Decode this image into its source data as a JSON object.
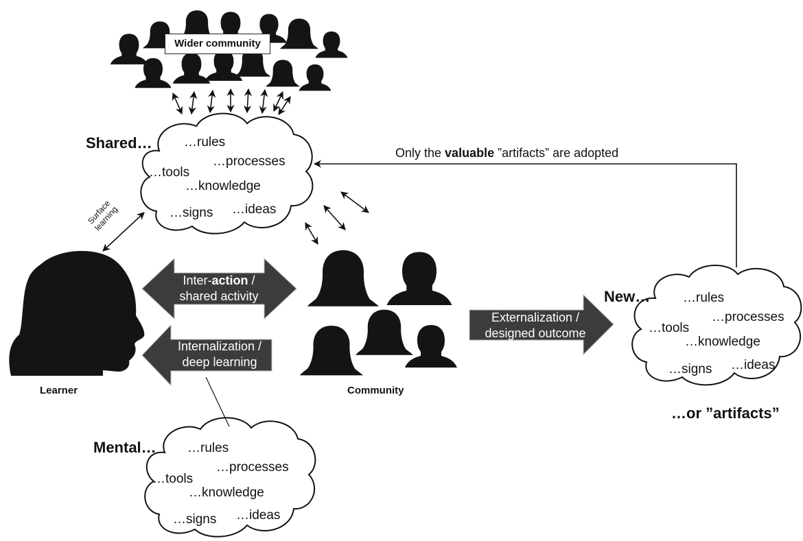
{
  "wider_community": "Wider community",
  "shared_cloud": {
    "heading": "Shared…",
    "rules": "…rules",
    "processes": "…processes",
    "tools": "…tools",
    "knowledge": "…knowledge",
    "signs": "…signs",
    "ideas": "…ideas"
  },
  "new_cloud": {
    "heading": "New…",
    "rules": "…rules",
    "processes": "…processes",
    "tools": "…tools",
    "knowledge": "…knowledge",
    "signs": "…signs",
    "ideas": "…ideas",
    "caption": "…or ”artifacts”"
  },
  "mental_cloud": {
    "heading": "Mental…",
    "rules": "…rules",
    "processes": "…processes",
    "tools": "…tools",
    "knowledge": "…knowledge",
    "signs": "…signs",
    "ideas": "…ideas"
  },
  "adopted": {
    "prefix": "Only the ",
    "emphasis": "valuable",
    "suffix": " ”artifacts” are adopted"
  },
  "surface_learning": {
    "line1": "Surface",
    "line2": "learning"
  },
  "interaction_arrow": {
    "line1_prefix": "Inter-",
    "line1_bold": "action",
    "line1_suffix": " /",
    "line2": "shared activity"
  },
  "internalization_arrow": {
    "line1": "Internalization /",
    "line2": "deep learning"
  },
  "externalization_arrow": {
    "line1": "Externalization /",
    "line2": "designed outcome"
  },
  "learner_label": "Learner",
  "community_label": "Community",
  "colors": {
    "arrow_fill": "#3c3c3c",
    "silhouette": "#141414",
    "line": "#111111"
  }
}
